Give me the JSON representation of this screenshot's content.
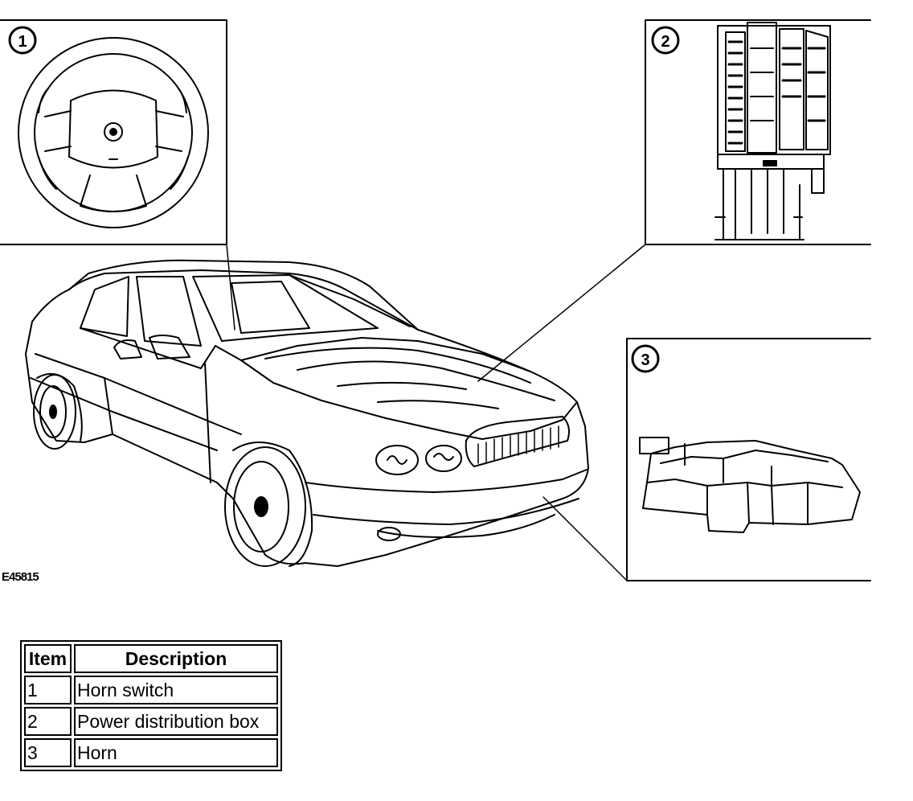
{
  "figure_code": "E45815",
  "callouts": [
    {
      "number": "1",
      "subject": "Horn switch"
    },
    {
      "number": "2",
      "subject": "Power distribution box"
    },
    {
      "number": "3",
      "subject": "Horn"
    }
  ],
  "legend": {
    "header": {
      "item": "Item",
      "description": "Description"
    },
    "rows": [
      {
        "item": "1",
        "description": "Horn switch"
      },
      {
        "item": "2",
        "description": "Power distribution box"
      },
      {
        "item": "3",
        "description": "Horn"
      }
    ]
  }
}
